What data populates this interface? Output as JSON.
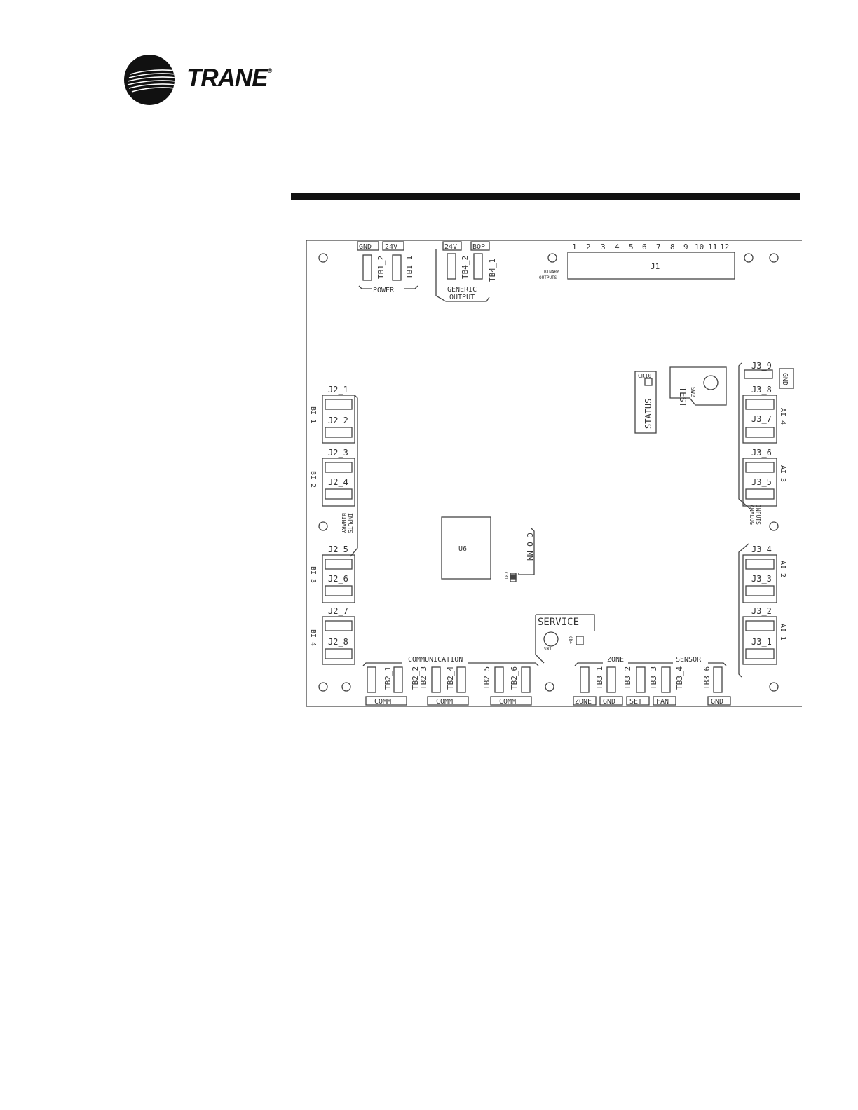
{
  "brand": {
    "name": "TRANE",
    "trademark": "®"
  },
  "board": {
    "power": {
      "title": "POWER",
      "pins": [
        "GND",
        "24V"
      ],
      "terminals": [
        "TB1_2",
        "TB1_1"
      ]
    },
    "generic_output": {
      "title_line1": "GENERIC",
      "title_line2": "OUTPUT",
      "pins": [
        "24V",
        "BOP"
      ],
      "terminals": [
        "TB4_2",
        "TB4_1"
      ]
    },
    "binary_outputs": {
      "connector": "J1",
      "label_line1": "BINARY",
      "label_line2": "OUTPUTS",
      "pin_numbers": [
        "1",
        "2",
        "3",
        "4",
        "5",
        "6",
        "7",
        "8",
        "9",
        "10",
        "11",
        "12"
      ]
    },
    "binary_inputs": {
      "label_line1": "BINARY",
      "label_line2": "INPUTS",
      "groups": [
        {
          "name": "BI 1",
          "pins": [
            "J2_1",
            "J2_2"
          ]
        },
        {
          "name": "BI 2",
          "pins": [
            "J2_3",
            "J2_4"
          ]
        },
        {
          "name": "BI 3",
          "pins": [
            "J2_5",
            "J2_6"
          ]
        },
        {
          "name": "BI 4",
          "pins": [
            "J2_7",
            "J2_8"
          ]
        }
      ]
    },
    "analog_inputs": {
      "label_line1": "ANALOG",
      "label_line2": "INPUTS",
      "gnd_label": "GND",
      "top_pin": "J3_9",
      "groups": [
        {
          "name": "AI 4",
          "pins": [
            "J3_8",
            "J3_7"
          ]
        },
        {
          "name": "AI 3",
          "pins": [
            "J3_6",
            "J3_5"
          ]
        },
        {
          "name": "AI 2",
          "pins": [
            "J3_4",
            "J3_3"
          ]
        },
        {
          "name": "AI 1",
          "pins": [
            "J3_2",
            "J3_1"
          ]
        }
      ]
    },
    "status": {
      "label": "STATUS",
      "led": "CR10"
    },
    "test": {
      "label": "TEST",
      "switch": "SW2"
    },
    "chip": {
      "label": "U6"
    },
    "comm_led": {
      "label": "C O MM",
      "led": "CR1"
    },
    "service": {
      "label": "SERVICE",
      "switch": "SW1",
      "led": "CR4"
    },
    "communication": {
      "title": "COMMUNICATION",
      "terminals": [
        "TB2_1",
        "TB2_2",
        "TB2_3",
        "TB2_4",
        "TB2_5",
        "TB2_6"
      ],
      "pin_labels": [
        "COMM",
        "COMM",
        "COMM"
      ]
    },
    "zone_sensor": {
      "title_zone": "ZONE",
      "title_sensor": "SENSOR",
      "terminals": [
        "TB3_1",
        "TB3_2",
        "TB3_3",
        "TB3_4",
        "TB3_6"
      ],
      "pin_labels": [
        "ZONE",
        "GND",
        "SET",
        "FAN",
        "GND"
      ]
    }
  }
}
